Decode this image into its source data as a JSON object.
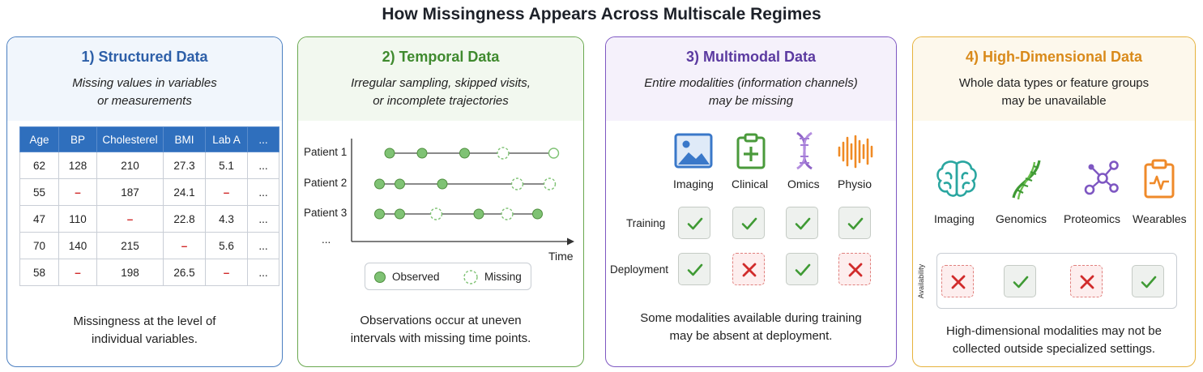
{
  "title": "How Missingness Appears Across Multiscale Regimes",
  "colors": {
    "structured": "#4a7fc1",
    "temporal": "#6aa84f",
    "multimodal": "#7e57c2",
    "highdim": "#e6b23c",
    "observed": "#7fc274",
    "missing_mark": "#d12b2b"
  },
  "structured": {
    "title": "1) Structured Data",
    "subtitle_1": "Missing values in variables",
    "subtitle_2": "or measurements",
    "columns": [
      "Age",
      "BP",
      "Cholesterel",
      "BMI",
      "Lab A",
      "..."
    ],
    "rows": [
      [
        "62",
        "128",
        "210",
        "27.3",
        "5.1",
        "..."
      ],
      [
        "55",
        "–",
        "187",
        "24.1",
        "–",
        "..."
      ],
      [
        "47",
        "110",
        "–",
        "22.8",
        "4.3",
        "..."
      ],
      [
        "70",
        "140",
        "215",
        "–",
        "5.6",
        "..."
      ],
      [
        "58",
        "–",
        "198",
        "26.5",
        "–",
        "..."
      ]
    ],
    "footer_1": "Missingness at the level of",
    "footer_2": "individual variables."
  },
  "temporal": {
    "title": "2) Temporal Data",
    "subtitle_1": "Irregular sampling, skipped visits,",
    "subtitle_2": "or incomplete trajectories",
    "patients": [
      {
        "label": "Patient 1",
        "points": [
          {
            "t": 1,
            "s": "observed"
          },
          {
            "t": 2.6,
            "s": "observed"
          },
          {
            "t": 4.7,
            "s": "observed"
          },
          {
            "t": 6.6,
            "s": "missing"
          },
          {
            "t": 9.1,
            "s": "missing_end"
          }
        ]
      },
      {
        "label": "Patient 2",
        "points": [
          {
            "t": 0.5,
            "s": "observed"
          },
          {
            "t": 1.5,
            "s": "observed"
          },
          {
            "t": 3.6,
            "s": "observed"
          },
          {
            "t": 7.3,
            "s": "missing"
          },
          {
            "t": 8.9,
            "s": "missing"
          }
        ]
      },
      {
        "label": "Patient 3",
        "points": [
          {
            "t": 0.5,
            "s": "observed"
          },
          {
            "t": 1.5,
            "s": "observed"
          },
          {
            "t": 3.3,
            "s": "missing"
          },
          {
            "t": 5.4,
            "s": "observed"
          },
          {
            "t": 6.8,
            "s": "missing"
          },
          {
            "t": 8.3,
            "s": "observed"
          }
        ]
      }
    ],
    "ellipsis": "...",
    "axis_label": "Time",
    "legend_observed": "Observed",
    "legend_missing": "Missing",
    "footer_1": "Observations occur at uneven",
    "footer_2": "intervals with missing time points."
  },
  "multimodal": {
    "title": "3) Multimodal Data",
    "subtitle_1": "Entire modalities (information channels)",
    "subtitle_2": "may be missing",
    "modalities": [
      "Imaging",
      "Clinical",
      "Omics",
      "Physio"
    ],
    "row_labels": [
      "Training",
      "Deployment"
    ],
    "training": [
      true,
      true,
      true,
      true
    ],
    "deployment": [
      true,
      false,
      true,
      false
    ],
    "footer_1": "Some modalities available during training",
    "footer_2": "may be absent at deployment."
  },
  "highdim": {
    "title": "4) High-Dimensional Data",
    "subtitle_1": "Whole data types or feature groups",
    "subtitle_2": "may be unavailable",
    "modalities": [
      "Imaging",
      "Genomics",
      "Proteomics",
      "Wearables"
    ],
    "availability_label": "Availability",
    "availability": [
      false,
      true,
      false,
      true
    ],
    "footer_1": "High-dimensional modalities may not be",
    "footer_2": "collected outside specialized settings."
  }
}
